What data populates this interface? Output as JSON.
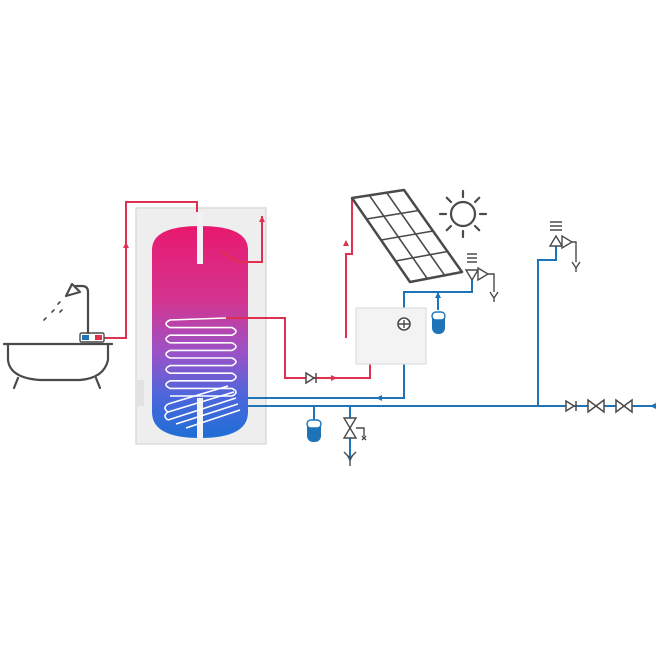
{
  "diagram": {
    "kind": "solar-water-heating-schematic",
    "components": [
      "bathtub-with-shower",
      "mixing-valve",
      "storage-tank",
      "upper-heat-exchanger-coil",
      "lower-heat-exchanger-coil",
      "solar-collector-panel",
      "sun",
      "pump-station",
      "solar-expansion-vessel",
      "potable-expansion-vessel",
      "safety-valve",
      "check-valve",
      "shutoff-valve",
      "cold-water-inlet"
    ],
    "colors": {
      "hot_line": "#e03050",
      "cold_line": "#1f74b8",
      "tank_top": "#e8186e",
      "tank_bottom": "#1f6ed6",
      "casing": "#eeeeef",
      "casing_edge": "#dcdcdc",
      "grey_symbol": "#4a4a4a",
      "coil": "#ffffff"
    }
  }
}
